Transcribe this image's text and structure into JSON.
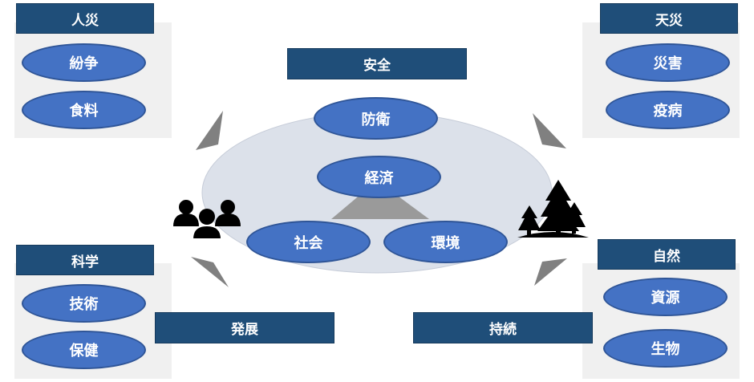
{
  "top_label": "安全",
  "bottom_left_label": "発展",
  "bottom_right_label": "持続",
  "center": {
    "top": "防衛",
    "middle": "経済",
    "left": "社会",
    "right": "環境"
  },
  "corners": {
    "top_left": {
      "title": "人災",
      "items": [
        "紛争",
        "食料"
      ]
    },
    "top_right": {
      "title": "天災",
      "items": [
        "災害",
        "疫病"
      ]
    },
    "bottom_left": {
      "title": "科学",
      "items": [
        "技術",
        "保健"
      ]
    },
    "bottom_right": {
      "title": "自然",
      "items": [
        "資源",
        "生物"
      ]
    }
  },
  "icons": [
    "people-icon",
    "trees-icon"
  ],
  "colors": {
    "header_bg": "#1f4e79",
    "pill_bg": "#4472c4",
    "panel_bg": "#f0f0f0",
    "ellipse_bg": "#dce1ea",
    "arrow": "#7f7f7f"
  }
}
